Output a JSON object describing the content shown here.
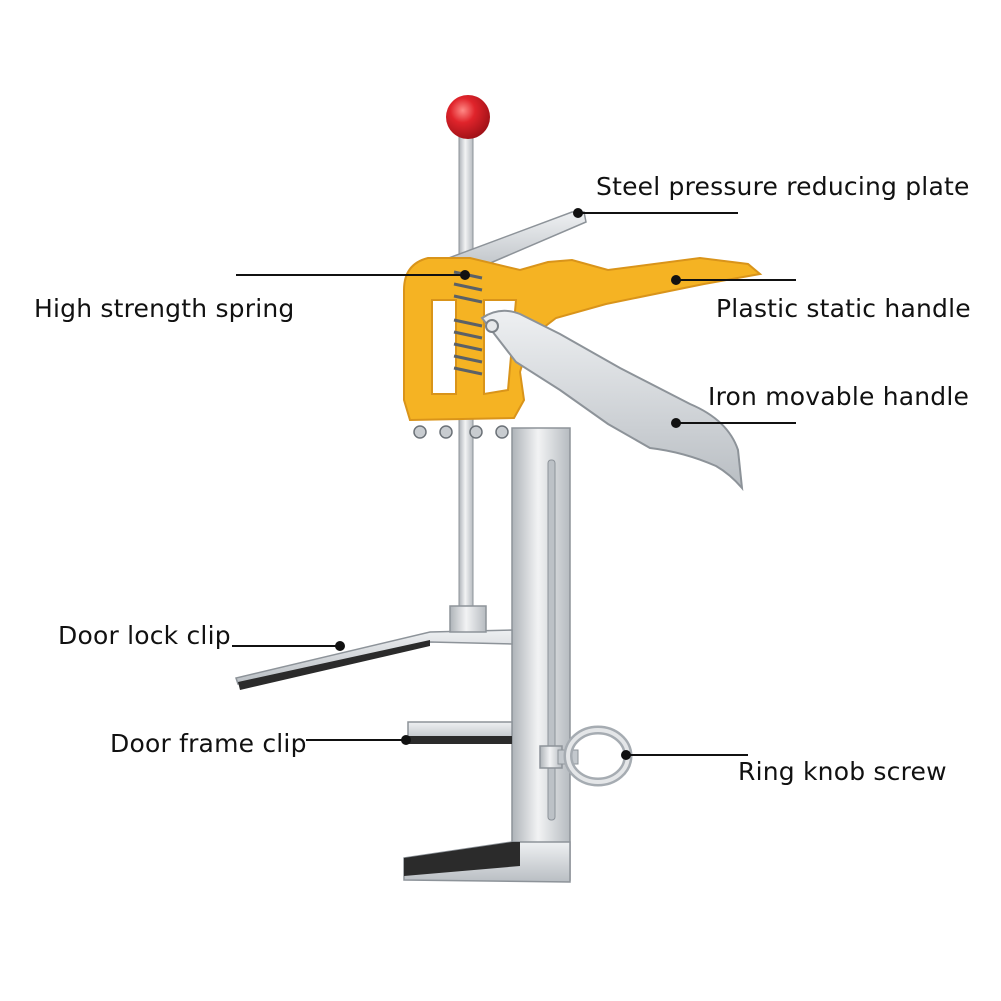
{
  "labels": {
    "steel_plate": "Steel pressure reducing plate",
    "spring": "High strength spring",
    "plastic_handle": "Plastic static handle",
    "iron_handle": "Iron movable handle",
    "door_lock_clip": "Door lock clip",
    "door_frame_clip": "Door frame clip",
    "ring_knob": "Ring knob screw"
  },
  "colors": {
    "yellow": "#f5b323",
    "yellow_dark": "#d9941a",
    "metal": "#d9dcdf",
    "metal_dark": "#9aa0a6",
    "rubber": "#2b2b2b",
    "knob": "#e0242b",
    "leader": "#111111"
  }
}
